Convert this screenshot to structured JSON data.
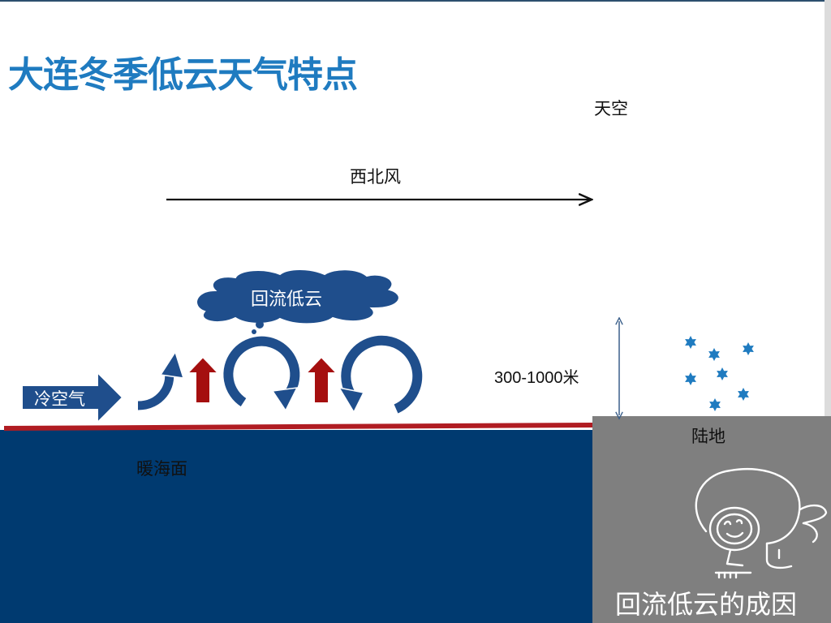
{
  "title": "大连冬季低云天气特点",
  "labels": {
    "sky": "天空",
    "wind": "西北风",
    "cloud": "回流低云",
    "height": "300-1000米",
    "cold_air": "冷空气",
    "sea": "暖海面",
    "land": "陆地"
  },
  "caption": "回流低云的成因",
  "colors": {
    "title": "#1f7bc0",
    "sea": "#003a70",
    "sea_line": "#b01c22",
    "land": "#7f7f7f",
    "cloud": "#1f4e8c",
    "warm_arrow": "#a50f0f",
    "snow": "#1f7bc0"
  },
  "icons": [
    "cold-air-arrow",
    "updraft-arrow",
    "circulation-arrow",
    "snowflake-icon",
    "cartoon-character"
  ]
}
